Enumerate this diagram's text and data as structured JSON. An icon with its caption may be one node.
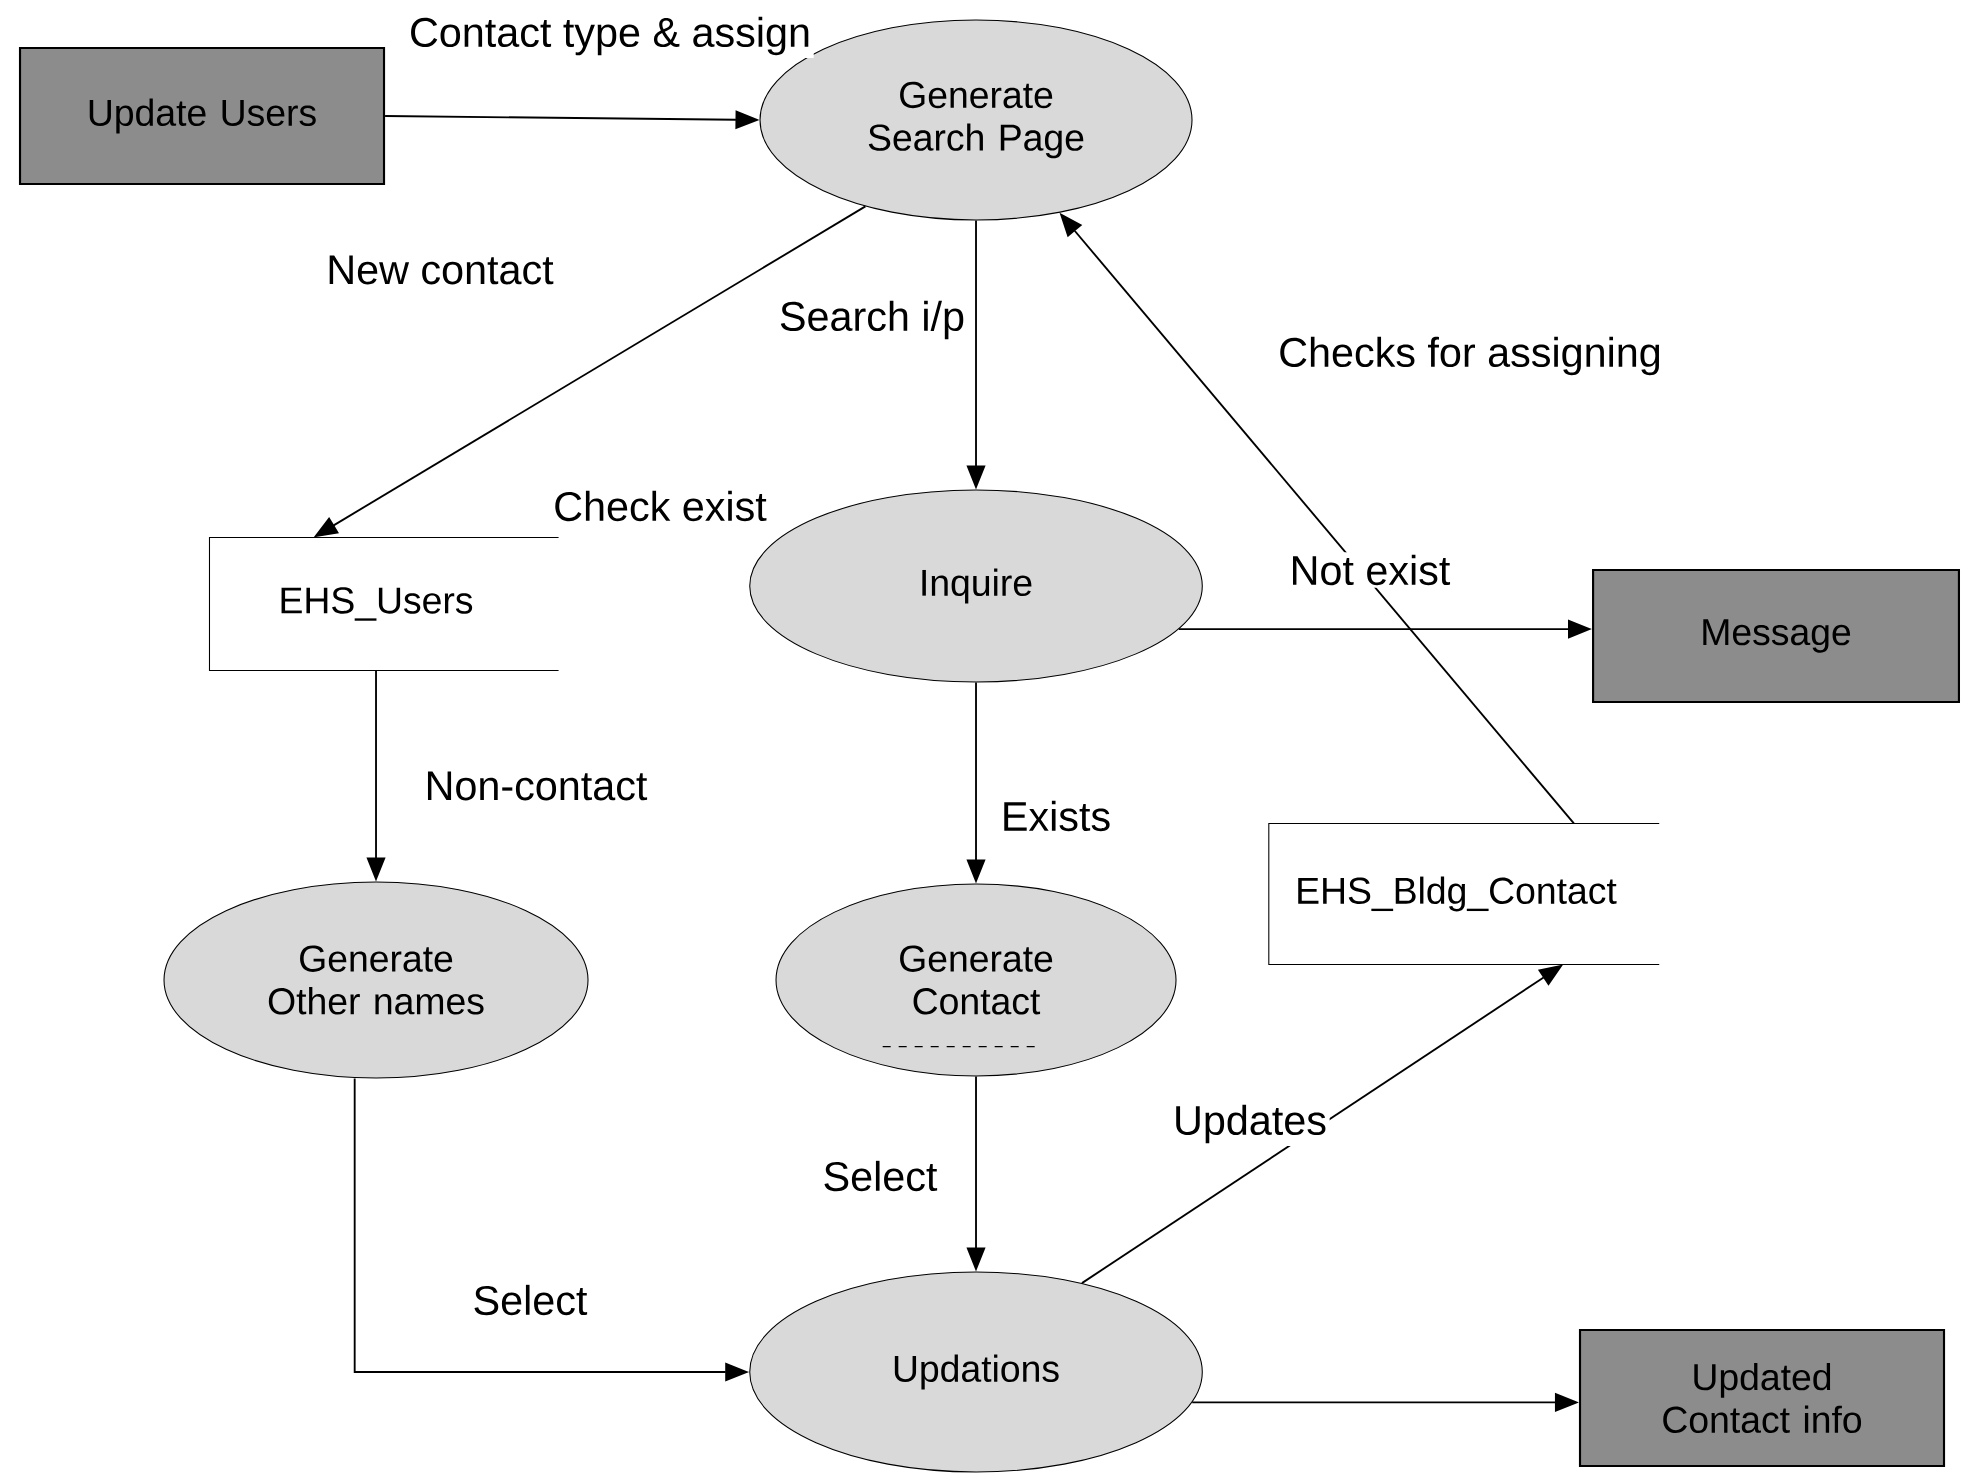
{
  "diagram": {
    "nodes": [
      {
        "text": [
          "Update Users"
        ]
      },
      {
        "text": [
          "Generate Search Page"
        ]
      },
      {
        "text": [
          "EHS_Users"
        ],
        "beside": [
          "Check exist"
        ]
      },
      {
        "text": [
          "Inquire"
        ]
      },
      {
        "text": [
          "Message"
        ]
      },
      {
        "text": [
          "Generate Other names"
        ]
      },
      {
        "text": [
          "Generate Contact"
        ]
      },
      {
        "text": [
          "EHS_Bldg_Contact"
        ]
      },
      {
        "text": [
          "Updations"
        ]
      },
      {
        "text": [
          "Updated Contact info"
        ]
      }
    ],
    "edges": [
      {
        "from": 0,
        "to": 1,
        "arrow": "to",
        "label": "Contact type & assign"
      },
      {
        "from": 1,
        "to": 2,
        "arrow": "to",
        "label": "New contact"
      },
      {
        "from": 1,
        "to": 3,
        "arrow": "to",
        "label": "Search i/p"
      },
      {
        "from": 7,
        "to": 1,
        "arrow": "to",
        "label": "Checks for assigning"
      },
      {
        "from": 3,
        "to": 4,
        "arrow": "to",
        "label": "Not exist"
      },
      {
        "from": 2,
        "to": 5,
        "arrow": "to",
        "label": "Non-contact"
      },
      {
        "from": 3,
        "to": 6,
        "arrow": "to",
        "label": "Exists"
      },
      {
        "from": 6,
        "to": 8,
        "arrow": "to",
        "label": "Select"
      },
      {
        "from": 5,
        "to": 8,
        "arrow": "to",
        "label": "Select"
      },
      {
        "from": 8,
        "to": 7,
        "arrow": "to",
        "label": "Updates"
      },
      {
        "from": 8,
        "to": 9,
        "arrow": "to"
      }
    ]
  }
}
